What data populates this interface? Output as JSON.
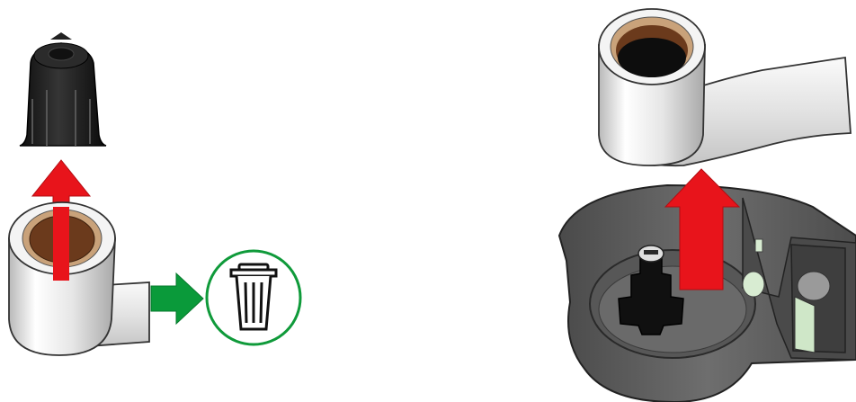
{
  "illustration": {
    "left_panel": {
      "parts": [
        "core-cap",
        "used-label-roll",
        "trash-bin"
      ],
      "arrows": [
        "remove-cap-arrow",
        "discard-arrow"
      ]
    },
    "right_panel": {
      "parts": [
        "new-label-roll",
        "cartridge-housing"
      ],
      "arrows": [
        "remove-roll-arrow"
      ]
    },
    "colors": {
      "red_arrow": "#e8141b",
      "green_arrow": "#0a9a3a",
      "trash_circle": "#0f9a3a",
      "cap": "#1b1b1b",
      "core": "#6b3a1c",
      "label_face": "#e9e9e9",
      "cartridge": "#5e5e5e"
    }
  }
}
